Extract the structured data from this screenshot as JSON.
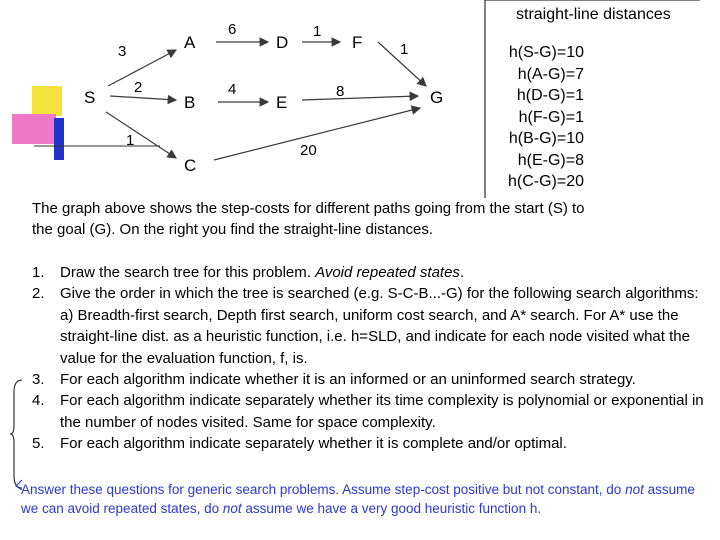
{
  "graph": {
    "nodes": {
      "S": "S",
      "A": "A",
      "B": "B",
      "C": "C",
      "D": "D",
      "E": "E",
      "F": "F",
      "G": "G"
    },
    "edge_costs": {
      "S_A": "3",
      "S_B": "2",
      "S_C": "1",
      "A_D": "6",
      "B_E": "4",
      "D_F": "1",
      "E_G": "8",
      "F_G": "1",
      "C_G": "20"
    }
  },
  "heuristics": {
    "title": "straight-line distances",
    "items": [
      "h(S-G)=10",
      "h(A-G)=7",
      "h(D-G)=1",
      "h(F-G)=1",
      "h(B-G)=10",
      "h(E-G)=8",
      "h(C-G)=20"
    ]
  },
  "intro": {
    "line1": "The graph above shows the step-costs for different paths going from the start (S) to",
    "line2": "the goal (G). On the right you find the straight-line distances."
  },
  "questions": {
    "q1": {
      "num": "1.",
      "text": "Draw the search tree for this problem. ",
      "emph": "Avoid repeated states",
      "tail": "."
    },
    "q2": {
      "num": "2.",
      "text": "Give the order in which the tree is searched (e.g. S-C-B...-G) for the following search algorithms: a) Breadth-first search, Depth first search, uniform cost search, and A* search. For A* use the straight-line dist. as a heuristic function, i.e. h=SLD, and indicate for each node visited what the value for the evaluation function, f, is."
    },
    "q3": {
      "num": "3.",
      "text": "For each algorithm  indicate whether it is an informed or an uninformed search strategy."
    },
    "q4": {
      "num": "4.",
      "text": "For each algorithm indicate separately whether its time complexity is polynomial or exponential in the number of nodes visited. Same for space complexity."
    },
    "q5": {
      "num": "5.",
      "text": "For each algorithm indicate separately whether it is complete and/or optimal."
    }
  },
  "answer_note": {
    "part1": "Answer these questions for generic search problems. Assume step-cost positive but not constant, do ",
    "not1": "not",
    "part2": " assume we can avoid repeated states, do ",
    "not2": "not",
    "part3": " assume we have a very good heuristic function h."
  },
  "colors": {
    "decor_yellow": "#f5e23a",
    "decor_pink": "#ef77c8",
    "decor_blue": "#2233cc",
    "answer_text": "#2a3ad0"
  }
}
